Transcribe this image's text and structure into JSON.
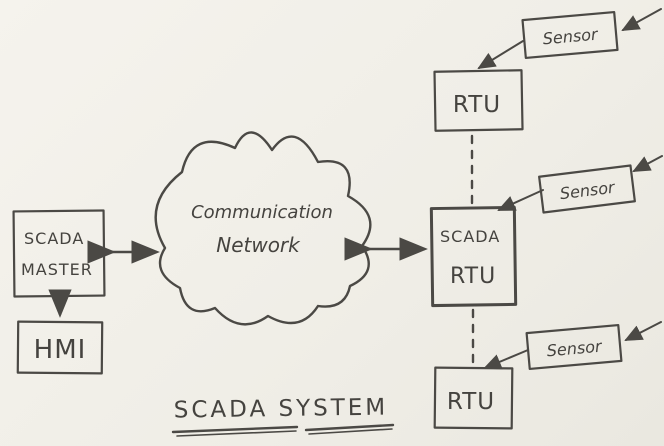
{
  "page": {
    "background_color": "#f0eee7",
    "ink_color": "#4b4945"
  },
  "title": {
    "text": "SCADA SYSTEM"
  },
  "nodes": {
    "scada_master": {
      "line1": "SCADA",
      "line2": "MASTER"
    },
    "hmi": {
      "label": "HMI"
    },
    "cloud": {
      "line1": "Communication",
      "line2": "Network"
    },
    "scada_rtu": {
      "line1": "SCADA",
      "line2": "RTU"
    },
    "rtu_top": {
      "label": "RTU"
    },
    "rtu_bottom": {
      "label": "RTU"
    },
    "sensor_top": {
      "label": "Sensor"
    },
    "sensor_middle": {
      "label": "Sensor"
    },
    "sensor_bottom": {
      "label": "Sensor"
    }
  }
}
